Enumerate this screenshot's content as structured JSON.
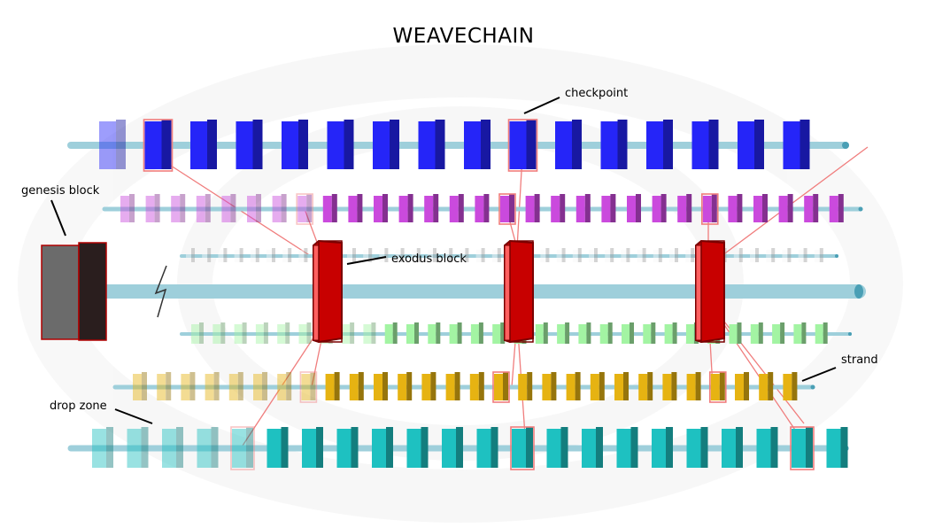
{
  "title": "WEAVECHAIN",
  "labels": {
    "checkpoint": "checkpoint",
    "genesis": "genesis block",
    "exodus": "exodus block",
    "strand": "strand",
    "drop_zone": "drop zone"
  },
  "colors": {
    "main_strand": "#9ecfdb",
    "exodus_block": "#c80000",
    "exodus_border": "#7a0000",
    "genesis_front": "#6b6b6b",
    "genesis_side": "#2a1e1e",
    "genesis_border": "#b00000",
    "link_line": "#f07d7d",
    "checkpoint_border": "#f07d7d",
    "strand_blue": "#2020d8",
    "strand_magenta": "#b040c0",
    "strand_gray": "#d8d8d8",
    "strand_green": "#8ed48e",
    "strand_gold": "#c89c10",
    "strand_cyan": "#1aa8a8"
  },
  "icons": {
    "break_marker": "lightning-break-icon"
  }
}
